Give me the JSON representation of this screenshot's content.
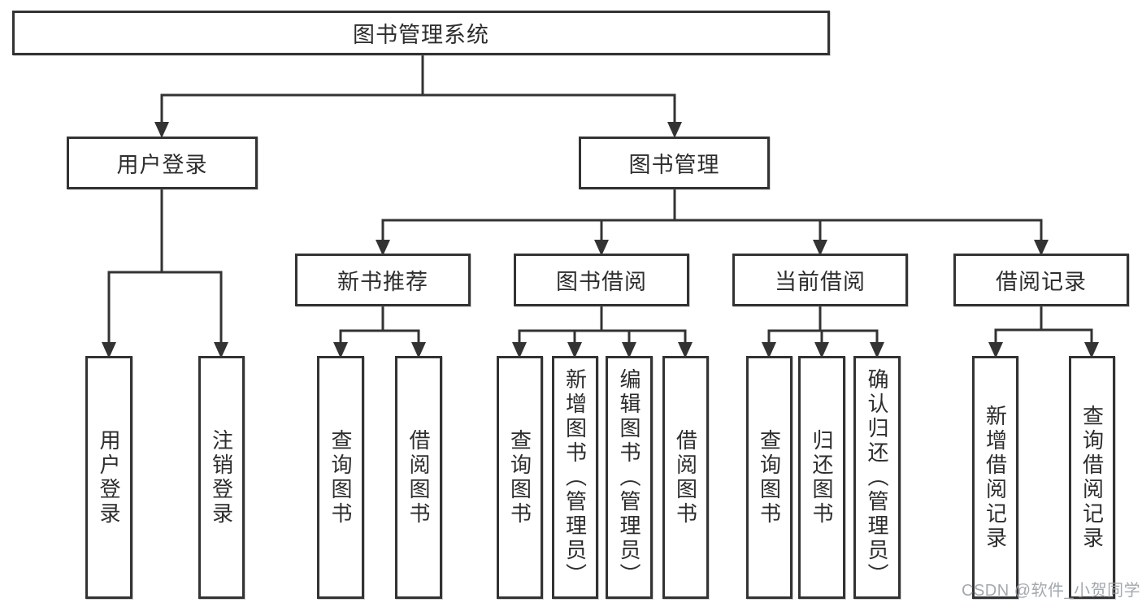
{
  "diagram": {
    "root": "图书管理系统",
    "level2": {
      "user_login": "用户登录",
      "book_management": "图书管理"
    },
    "level3": {
      "new_book": "新书推荐",
      "book_borrow": "图书借阅",
      "current_borrow": "当前借阅",
      "borrow_records": "借阅记录"
    },
    "leaves": {
      "user_login": [
        "用户登录",
        "注销登录"
      ],
      "new_book": [
        "查询图书",
        "借阅图书"
      ],
      "book_borrow": [
        "查询图书",
        "新增图书（管理员）",
        "编辑图书（管理员）",
        "借阅图书"
      ],
      "current_borrow": [
        "查询图书",
        "归还图书",
        "确认归还（管理员）"
      ],
      "borrow_records": [
        "新增借阅记录",
        "查询借阅记录"
      ]
    }
  },
  "watermark": "CSDN @软件_小贺同学",
  "colors": {
    "line": "#333333",
    "text": "#2d2d2d",
    "box_background": "#ffffff",
    "watermark": "#9aa0a6"
  }
}
